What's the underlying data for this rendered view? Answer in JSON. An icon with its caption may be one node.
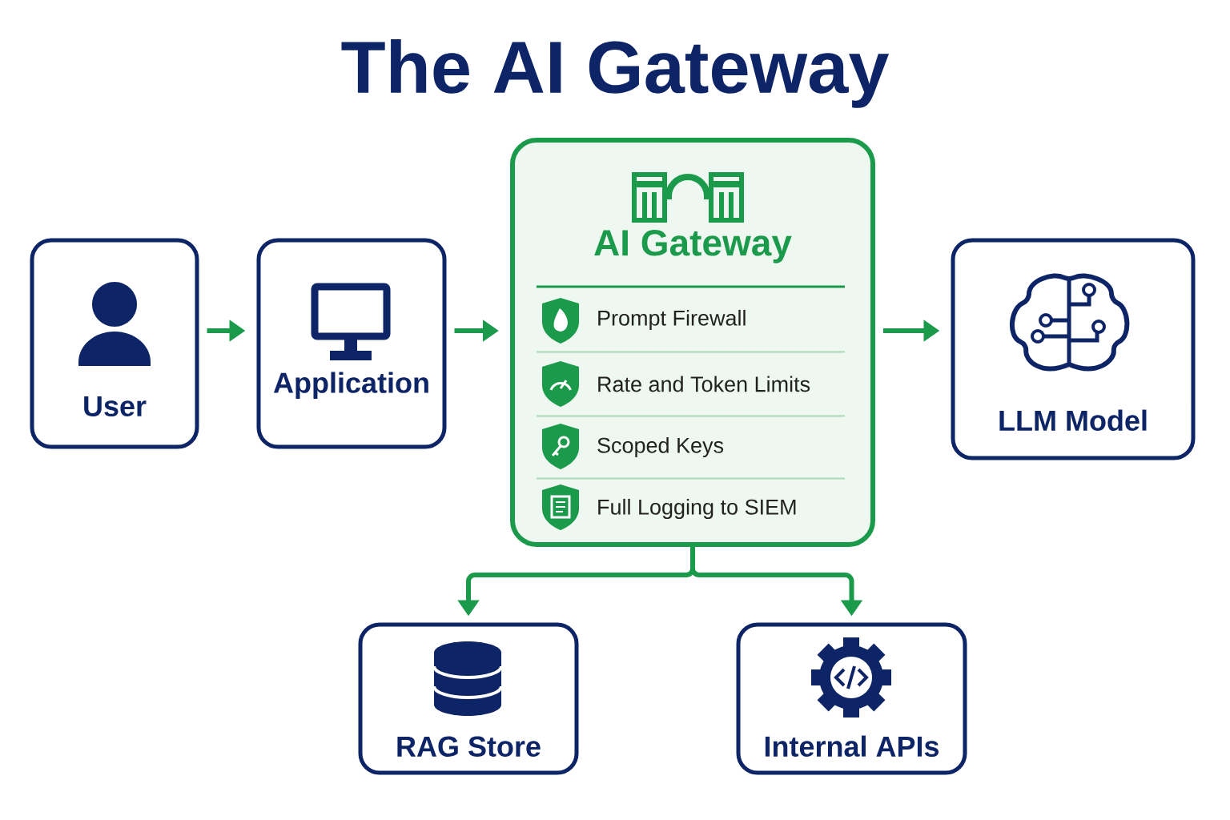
{
  "diagram": {
    "title": "The AI Gateway",
    "nodes": [
      {
        "text": [
          "User"
        ]
      },
      {
        "text": [
          "Application"
        ]
      },
      {
        "text": [
          "AI Gateway"
        ]
      },
      {
        "text": [
          "Prompt Firewall"
        ],
        "in": 2
      },
      {
        "text": [
          "Rate and Token Limits"
        ],
        "in": 2
      },
      {
        "text": [
          "Scoped Keys"
        ],
        "in": 2
      },
      {
        "text": [
          "Full Logging to SIEM"
        ],
        "in": 2
      },
      {
        "text": [
          "LLM Model"
        ]
      },
      {
        "text": [
          "RAG Store"
        ]
      },
      {
        "text": [
          "Internal APIs"
        ]
      }
    ],
    "edges": [
      {
        "from": 0,
        "to": 1,
        "arrow": "to"
      },
      {
        "from": 1,
        "to": 2,
        "arrow": "to"
      },
      {
        "from": 2,
        "to": 7,
        "arrow": "to"
      },
      {
        "from": 2,
        "to": 8,
        "arrow": "to"
      },
      {
        "from": 2,
        "to": 9,
        "arrow": "to"
      }
    ]
  }
}
